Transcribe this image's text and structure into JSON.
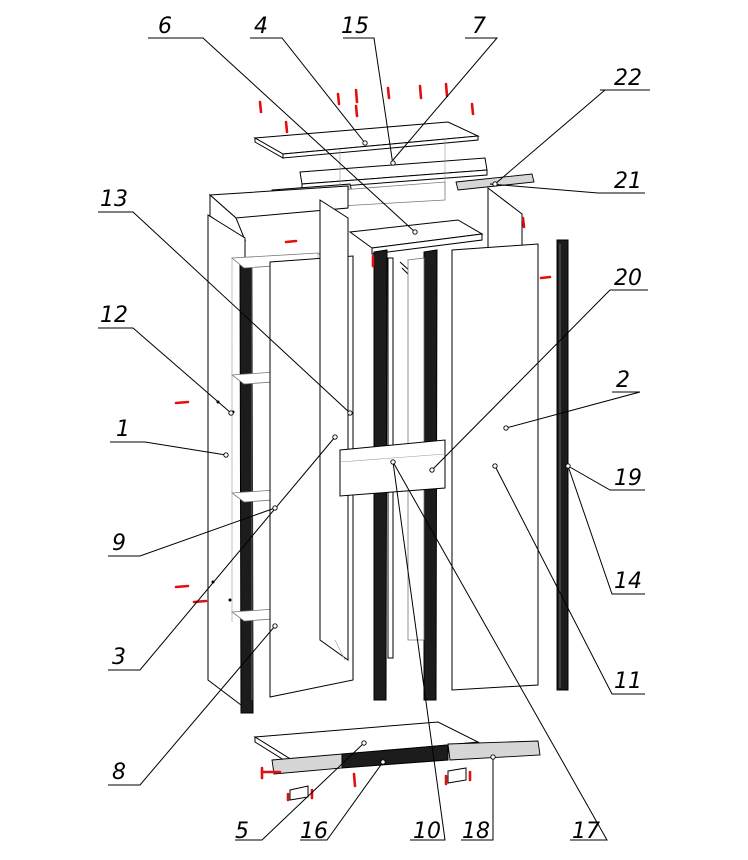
{
  "labels": [
    "6",
    "4",
    "15",
    "7",
    "22",
    "21",
    "13",
    "12",
    "1",
    "20",
    "2",
    "9",
    "19",
    "3",
    "14",
    "8",
    "11",
    "5",
    "16",
    "10",
    "18",
    "17"
  ]
}
